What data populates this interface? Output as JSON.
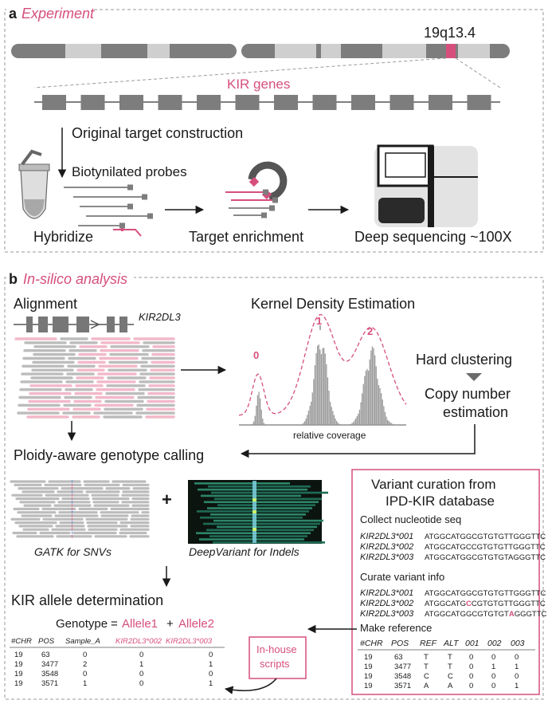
{
  "colors": {
    "accent": "#d64f7c",
    "gray": "#8a8a8a",
    "dark": "#6b6b6b",
    "light_pink": "#f2b8c9"
  },
  "panel_a": {
    "letter": "a",
    "title": "Experiment",
    "locus": "19q13.4",
    "kir_genes": "KIR genes",
    "construction": "Original target construction",
    "probes": "Biotynilated probes",
    "hybridize": "Hybridize",
    "enrichment": "Target enrichment",
    "sequencing": "Deep sequencing ~100X"
  },
  "panel_b": {
    "letter": "b",
    "title": "In-silico analysis",
    "alignment": "Alignment",
    "gene": "KIR2DL3",
    "kde": "Kernel Density Estimation",
    "peaks": [
      "0",
      "1",
      "2"
    ],
    "relative_coverage": "relative coverage",
    "hard_clustering": "Hard clustering",
    "copy_number_1": "Copy number",
    "copy_number_2": "estimation",
    "ploidy": "Ploidy-aware genotype calling",
    "plus": "+",
    "gatk": "GATK for SNVs",
    "deepvariant": "DeepVariant for Indels",
    "curation": {
      "title_1": "Variant curation from",
      "title_2": "IPD-KIR database",
      "collect": "Collect nucleotide seq",
      "curate": "Curate variant info",
      "make_ref": "Make reference",
      "alleles": [
        "KIR2DL3*001",
        "KIR2DL3*002",
        "KIR2DL3*003"
      ],
      "seqs": [
        "ATGGCATGGCGTGTGTTGGGTTC",
        "ATGGCATGCCGTGTGTTGGGTTC",
        "ATGGCATGGCGTGTGTAGGGTTC"
      ],
      "ref_headers": [
        "#CHR",
        "POS",
        "REF",
        "ALT",
        "001",
        "002",
        "003"
      ],
      "ref_rows": [
        [
          "19",
          "63",
          "T",
          "T",
          "0",
          "0",
          "0"
        ],
        [
          "19",
          "3477",
          "T",
          "T",
          "0",
          "1",
          "1"
        ],
        [
          "19",
          "3548",
          "C",
          "C",
          "0",
          "0",
          "0"
        ],
        [
          "19",
          "3571",
          "A",
          "A",
          "0",
          "0",
          "1"
        ]
      ]
    },
    "determination": "KIR allele determination",
    "genotype_label": "Genotype",
    "eq": "=",
    "allele1": "Allele1",
    "plus2": "+",
    "allele2": "Allele2",
    "geno_headers": [
      "#CHR",
      "POS",
      "Sample_A",
      "KIR2DL3*002",
      "KIR2DL3*003"
    ],
    "geno_rows": [
      [
        "19",
        "63",
        "0",
        "0",
        "0"
      ],
      [
        "19",
        "3477",
        "2",
        "1",
        "1"
      ],
      [
        "19",
        "3548",
        "0",
        "0",
        "0"
      ],
      [
        "19",
        "3571",
        "1",
        "0",
        "1"
      ]
    ],
    "inhouse_1": "In-house",
    "inhouse_2": "scripts"
  }
}
